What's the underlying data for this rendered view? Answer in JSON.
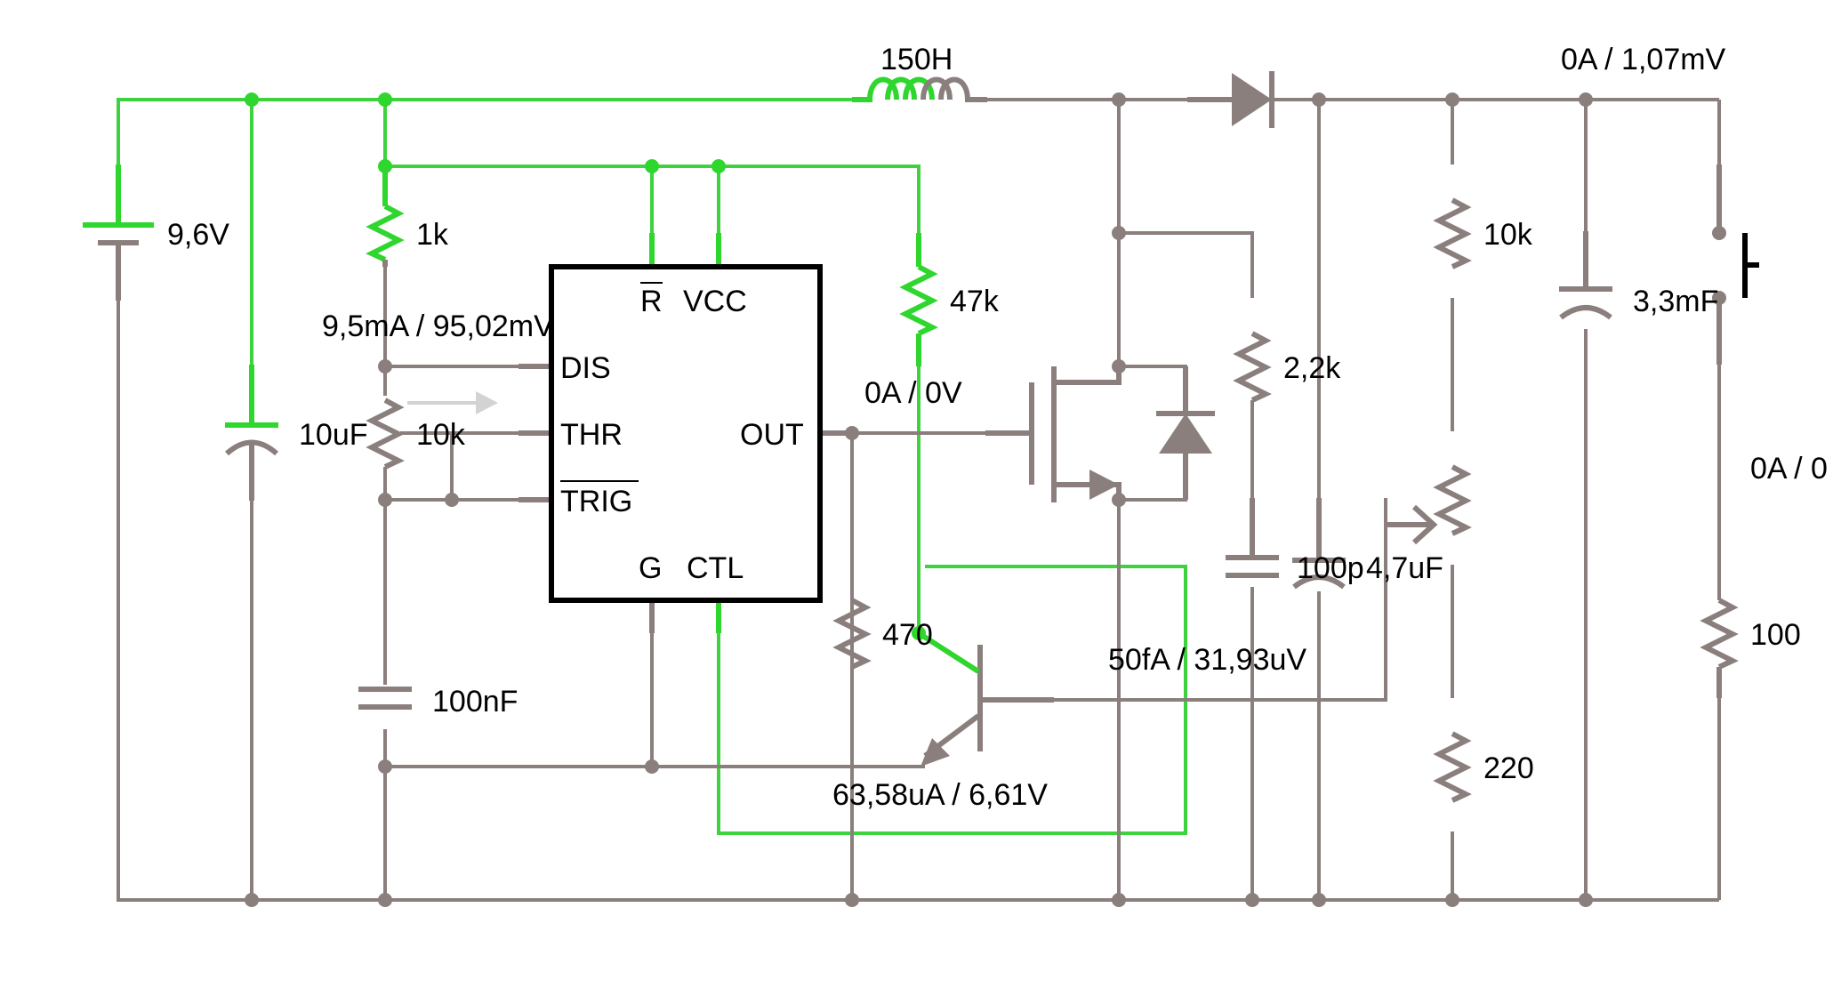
{
  "colors": {
    "active": "#2ed62e",
    "inactive": "#8a7f7d",
    "chip": "#000000"
  },
  "components": {
    "battery": "9,6V",
    "inductor": "150H",
    "cap_supply": "10uF",
    "r_1k": "1k",
    "r_47k": "47k",
    "pot_10k": "10k",
    "cap_timing": "100nF",
    "r_470": "470",
    "r_2k2": "2,2k",
    "cap_100p": "100p",
    "cap_4u7": "4,7uF",
    "r_10k_right": "10k",
    "r_220": "220",
    "cap_3m3": "3,3mF",
    "r_100": "100"
  },
  "chip": {
    "pin_r": "R",
    "pin_vcc": "VCC",
    "pin_dis": "DIS",
    "pin_thr": "THR",
    "pin_trig": "TRIG",
    "pin_out": "OUT",
    "pin_g": "G",
    "pin_ctl": "CTL"
  },
  "readouts": {
    "r1k_current": "9,5mA / 95,02mV",
    "out_current": "0A / 0V",
    "transistor": "63,58uA / 6,61V",
    "cap_small": "50fA / 31,93uV",
    "top_right": "0A / 1,07mV",
    "right_edge": "0A / 0"
  }
}
